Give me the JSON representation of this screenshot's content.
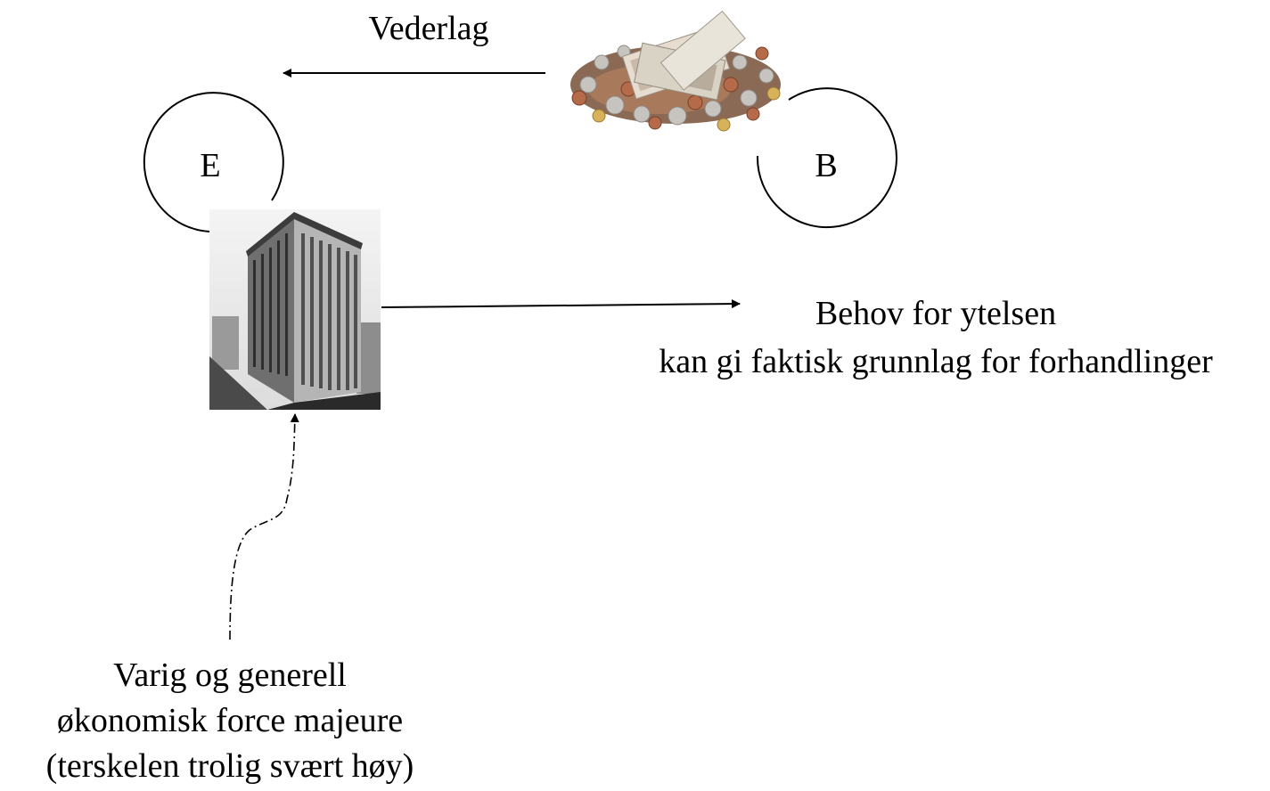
{
  "diagram": {
    "arrow_top_label": "Vederlag",
    "party_left": "E",
    "party_right": "B",
    "right_text": {
      "line1": "Behov for ytelsen",
      "line2": "kan gi faktisk grunnlag for forhandlinger"
    },
    "bottom_text": {
      "line1": "Varig og generell",
      "line2": "økonomisk force majeure",
      "line3": "(terskelen trolig svært høy)"
    },
    "images": {
      "money": "money-pile",
      "building": "office-building"
    }
  }
}
